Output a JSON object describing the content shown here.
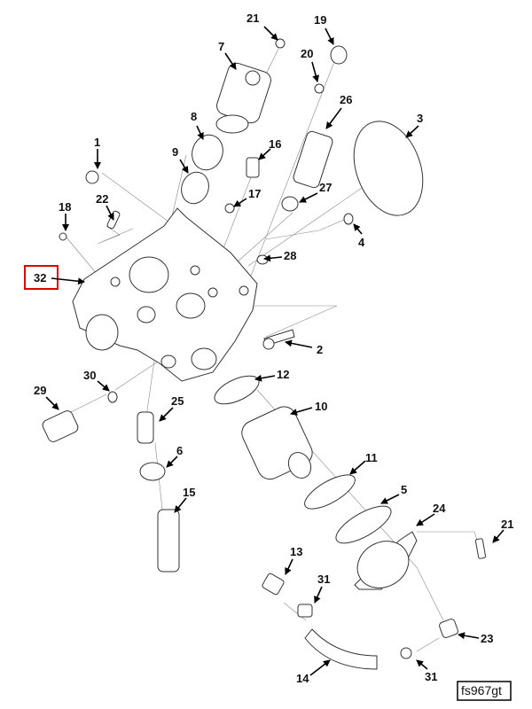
{
  "diagram": {
    "figure_id": "fs967gt",
    "highlight_color": "#e00000",
    "callouts": {
      "c1": "1",
      "c2": "2",
      "c3": "3",
      "c4": "4",
      "c5": "5",
      "c6": "6",
      "c7": "7",
      "c8": "8",
      "c9": "9",
      "c10": "10",
      "c11": "11",
      "c12": "12",
      "c13": "13",
      "c14": "14",
      "c15": "15",
      "c16": "16",
      "c17": "17",
      "c18": "18",
      "c19": "19",
      "c20": "20",
      "c21a": "21",
      "c21b": "21",
      "c22": "22",
      "c23": "23",
      "c24": "24",
      "c25": "25",
      "c26": "26",
      "c27": "27",
      "c28": "28",
      "c29": "29",
      "c30": "30",
      "c31a": "31",
      "c31b": "31",
      "c32": "32"
    }
  }
}
